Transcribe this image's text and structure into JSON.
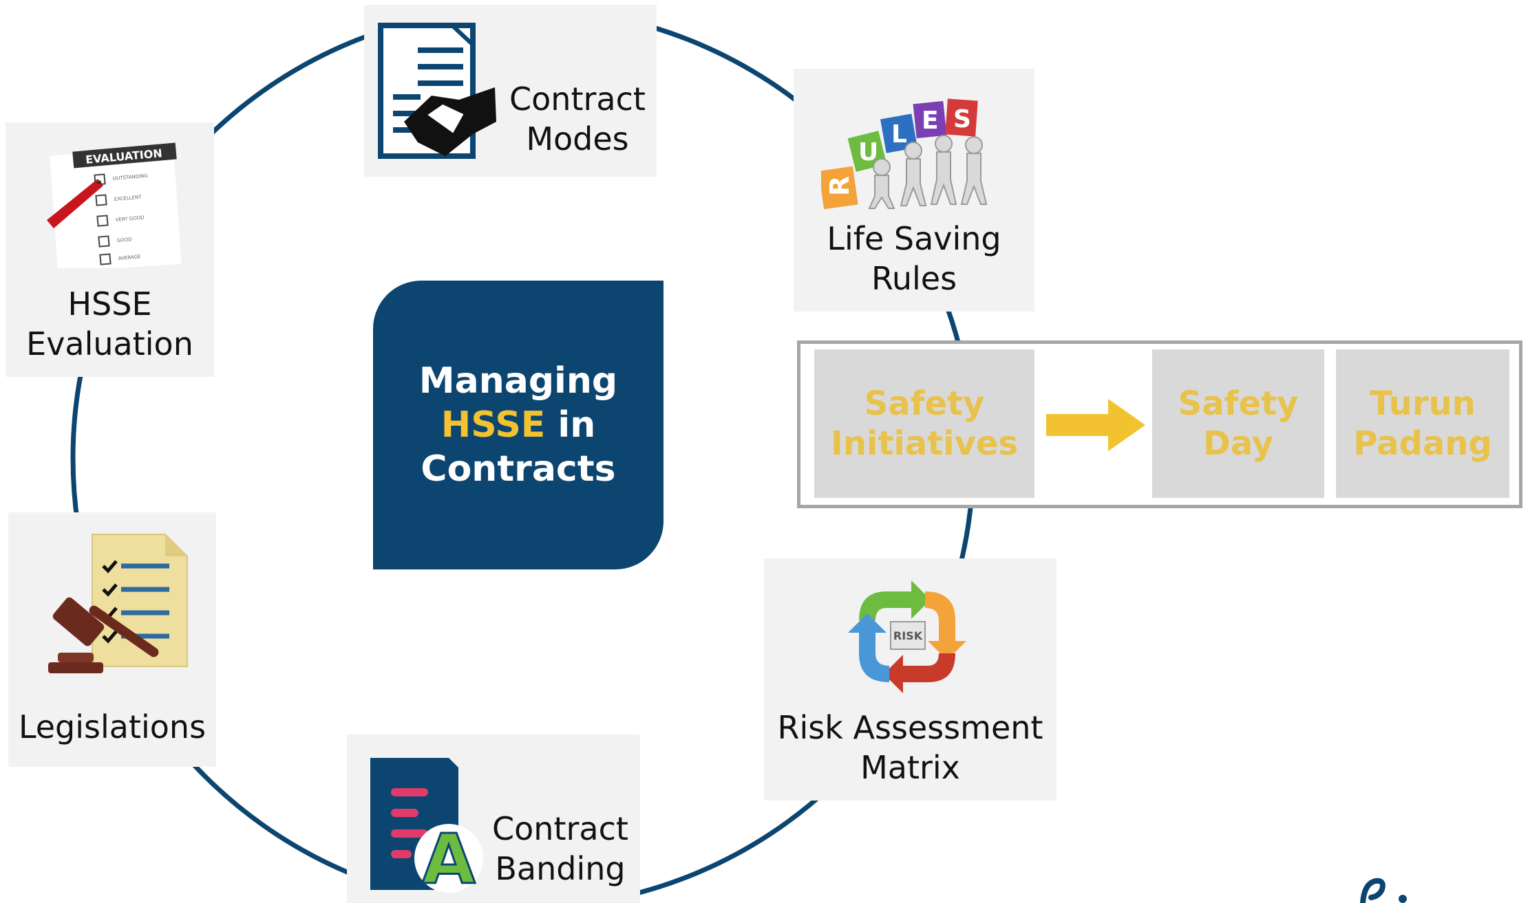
{
  "center": {
    "line1": "Managing",
    "line2_highlight": "HSSE",
    "line2_rest": " in",
    "line3": "Contracts"
  },
  "cards": {
    "contract_modes": "Contract\nModes",
    "life_saving_rules": "Life Saving\nRules",
    "risk_assessment_matrix": "Risk Assessment\nMatrix",
    "contract_banding": "Contract\nBanding",
    "legislations": "Legislations",
    "hsse_evaluation": "HSSE\nEvaluation"
  },
  "icons": {
    "evaluation_sheet_title": "EVALUATION",
    "evaluation_options": [
      "OUTSTANDING",
      "EXCELLENT",
      "VERY GOOD",
      "GOOD",
      "AVERAGE"
    ],
    "rules_letters": [
      "R",
      "U",
      "L",
      "E",
      "S"
    ],
    "risk_center_text": "RISK",
    "banding_grade": "A"
  },
  "initiatives": {
    "safety_initiatives": "Safety\nInitiatives",
    "safety_day": "Safety\nDay",
    "turun_padang": "Turun\nPadang"
  },
  "colors": {
    "ring": "#0b4570",
    "center_bg": "#0b4570",
    "highlight": "#f2c230",
    "arrow": "#f2c230",
    "initiative_text": "#e8c24a"
  }
}
